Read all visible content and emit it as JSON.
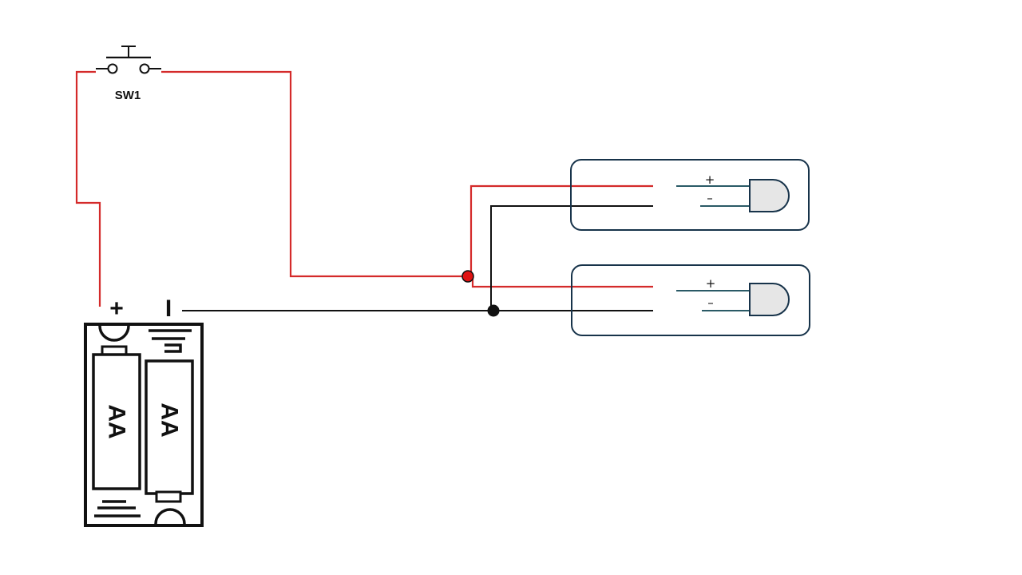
{
  "colors": {
    "positive_wire": "#d42a2a",
    "negative_wire": "#111111",
    "led_box_border": "#17334a",
    "led_lead": "#2a5a66",
    "led_body": "#e6e6e6",
    "junction_positive": "#e01212"
  },
  "switch": {
    "label": "SW1",
    "icon": "push-button-switch-icon"
  },
  "battery": {
    "icon": "battery-holder-2xAA-icon",
    "positive_label": "+",
    "negative_label": "I",
    "cells": [
      {
        "label": "AA"
      },
      {
        "label": "AA"
      }
    ]
  },
  "leds": [
    {
      "icon": "led-icon",
      "anode_label": "+",
      "cathode_label": "–"
    },
    {
      "icon": "led-icon",
      "anode_label": "+",
      "cathode_label": "–"
    }
  ]
}
